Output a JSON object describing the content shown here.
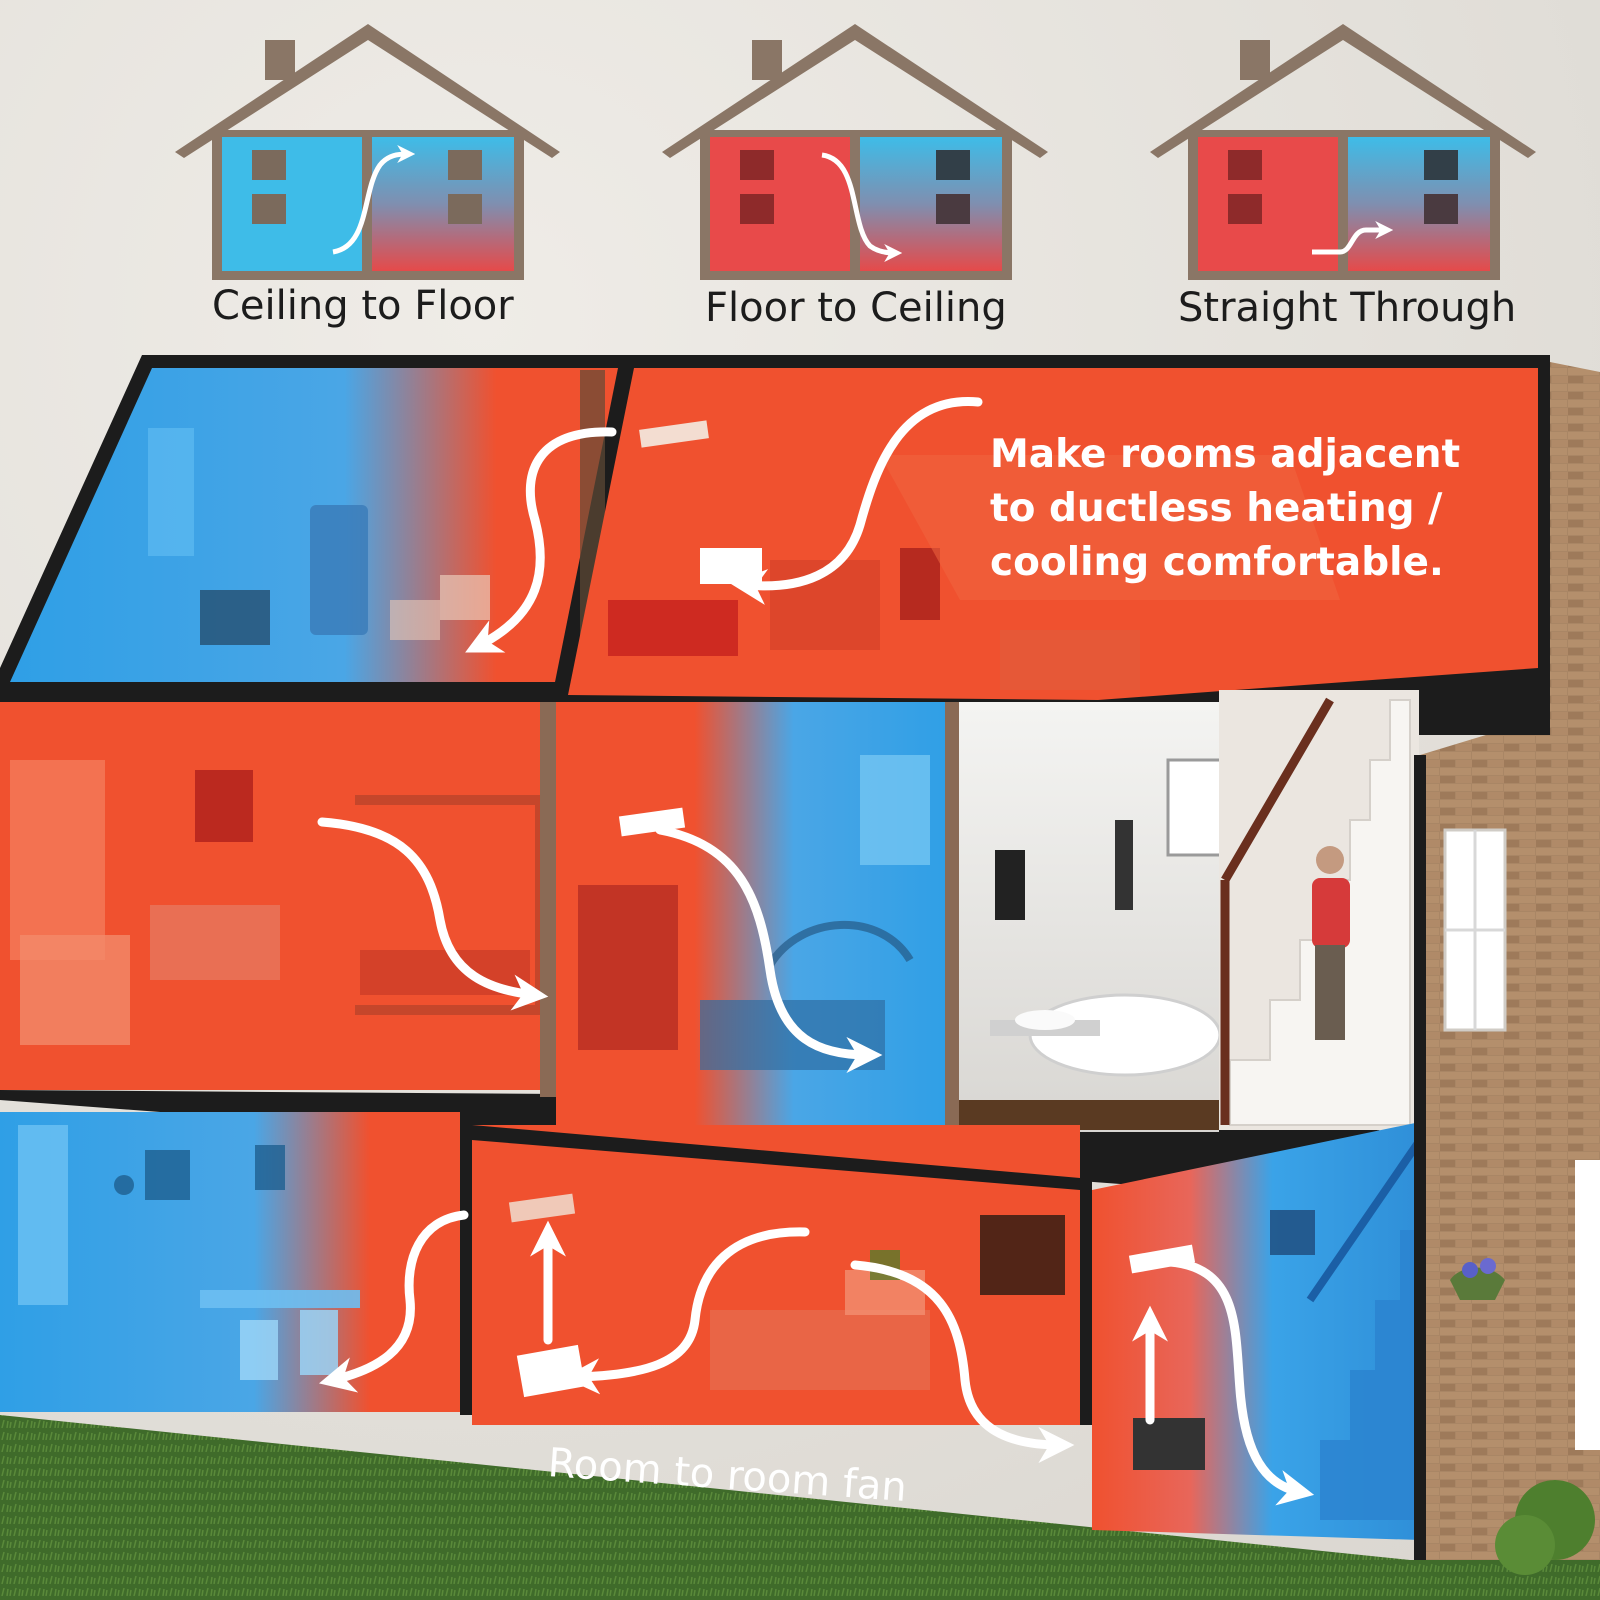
{
  "airflow_modes": [
    {
      "label": "Ceiling to Floor",
      "icon": "house-ceiling-to-floor-icon"
    },
    {
      "label": "Floor to Ceiling",
      "icon": "house-floor-to-ceiling-icon"
    },
    {
      "label": "Straight Through",
      "icon": "house-straight-through-icon"
    }
  ],
  "callout": {
    "text": "Make rooms adjacent to ductless heating / cooling comfortable."
  },
  "fan_caption": {
    "text": "Room to room fan"
  },
  "colors": {
    "warm": "#f0512f",
    "cool": "#2f9fe6",
    "roof_icon": "#8a7666",
    "arrow": "#ffffff",
    "brick": "#a5805f",
    "lawn": "#3f6b2a"
  }
}
